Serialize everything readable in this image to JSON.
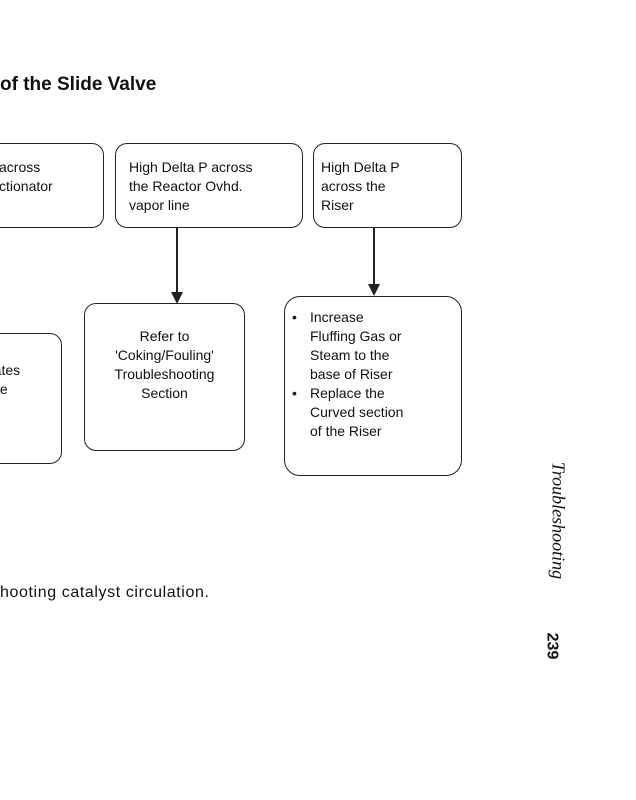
{
  "title": "of the Slide Valve",
  "boxes": {
    "fractionator": {
      "lines": [
        "across",
        "ctionator"
      ]
    },
    "reactor_ovhd": {
      "lines": [
        "High Delta P  across",
        "the Reactor Ovhd.",
        "vapor line"
      ]
    },
    "riser": {
      "lines": [
        "High Delta P",
        "across the",
        "Riser"
      ]
    },
    "left_action": {
      "lines": [
        "rates",
        "ide"
      ]
    },
    "coking": {
      "lines": [
        "Refer to",
        "'Coking/Fouling'",
        "Troubleshooting",
        "Section"
      ]
    },
    "riser_action": {
      "bullet1": [
        "Increase",
        "Fluffing Gas or",
        "Steam to the",
        "base of Riser"
      ],
      "bullet2": [
        "Replace the",
        "Curved section",
        "of the Riser"
      ],
      "bullet_symbol": "•"
    }
  },
  "caption": "hooting catalyst circulation.",
  "side_header": "Troubleshooting",
  "page_number": "239"
}
